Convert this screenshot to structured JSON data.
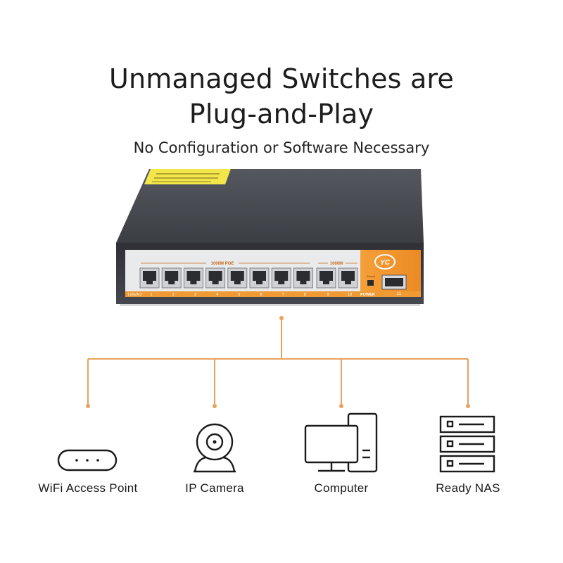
{
  "heading": {
    "line1": "Unmanaged Switches are",
    "line2": "Plug-and-Play",
    "subtitle": "No Configuration or Software Necessary"
  },
  "switch": {
    "poe_group_label": "1000M POE",
    "uplink_group_label": "1000M",
    "link_act_label": "Link/Act",
    "power_label": "POWER",
    "extend_label": "Extend",
    "logo_text": "YC",
    "port_numbers": [
      "1",
      "2",
      "3",
      "4",
      "5",
      "6",
      "7",
      "8",
      "9",
      "10"
    ],
    "sfp_number": "11"
  },
  "devices": [
    {
      "label": "WiFi Access Point",
      "icon": "wifi-access-point-icon"
    },
    {
      "label": "IP Camera",
      "icon": "ip-camera-icon"
    },
    {
      "label": "Computer",
      "icon": "computer-icon"
    },
    {
      "label": "Ready NAS",
      "icon": "nas-icon"
    }
  ],
  "colors": {
    "accent_orange": "#E8A25C",
    "switch_orange": "#F0902A",
    "switch_body": "#3A3D42",
    "text_dark": "#1C1C1C"
  }
}
